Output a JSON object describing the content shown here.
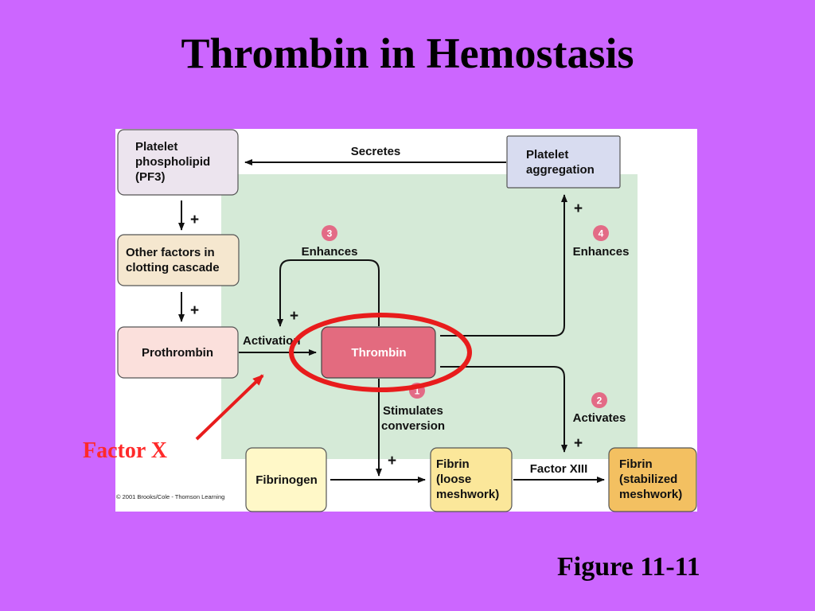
{
  "title": "Thrombin in Hemostasis",
  "caption": "Figure 11-11",
  "colors": {
    "slide_background": "#cc66ff",
    "panel_background": "#ffffff",
    "shaded_region": "#d5ead7",
    "highlight_ellipse": "#e81c1c",
    "annotation_text": "#ff2a2a",
    "badge": "#e36b86"
  },
  "diagram": {
    "nodes": {
      "platelet_phospholipid": {
        "lines": [
          "Platelet",
          "phospholipid",
          "(PF3)"
        ],
        "fill": "#ece4ee"
      },
      "other_factors": {
        "lines": [
          "Other factors in",
          "clotting cascade"
        ],
        "fill": "#f5e7cf"
      },
      "prothrombin": {
        "lines": [
          "Prothrombin"
        ],
        "fill": "#fbe0dc"
      },
      "thrombin": {
        "lines": [
          "Thrombin"
        ],
        "fill": "#e36b7f"
      },
      "platelet_aggregation": {
        "lines": [
          "Platelet",
          "aggregation"
        ],
        "fill": "#d8dcf0"
      },
      "fibrinogen": {
        "lines": [
          "Fibrinogen"
        ],
        "fill": "#fff8c8"
      },
      "fibrin_loose": {
        "lines": [
          "Fibrin",
          "(loose",
          "meshwork)"
        ],
        "fill": "#fbe79a"
      },
      "fibrin_stabilized": {
        "lines": [
          "Fibrin",
          "(stabilized",
          "meshwork)"
        ],
        "fill": "#f3c061"
      }
    },
    "labels": {
      "secretes": "Secretes",
      "enhances_3": "Enhances",
      "enhances_4": "Enhances",
      "activation": "Activation",
      "stimulates": [
        "Stimulates",
        "conversion"
      ],
      "activates": "Activates",
      "factor_xiii": "Factor XIII"
    },
    "badges": {
      "b1": "1",
      "b2": "2",
      "b3": "3",
      "b4": "4"
    },
    "plus_sign": "+",
    "copyright": "© 2001 Brooks/Cole - Thomson Learning",
    "annotation": "Factor X"
  }
}
